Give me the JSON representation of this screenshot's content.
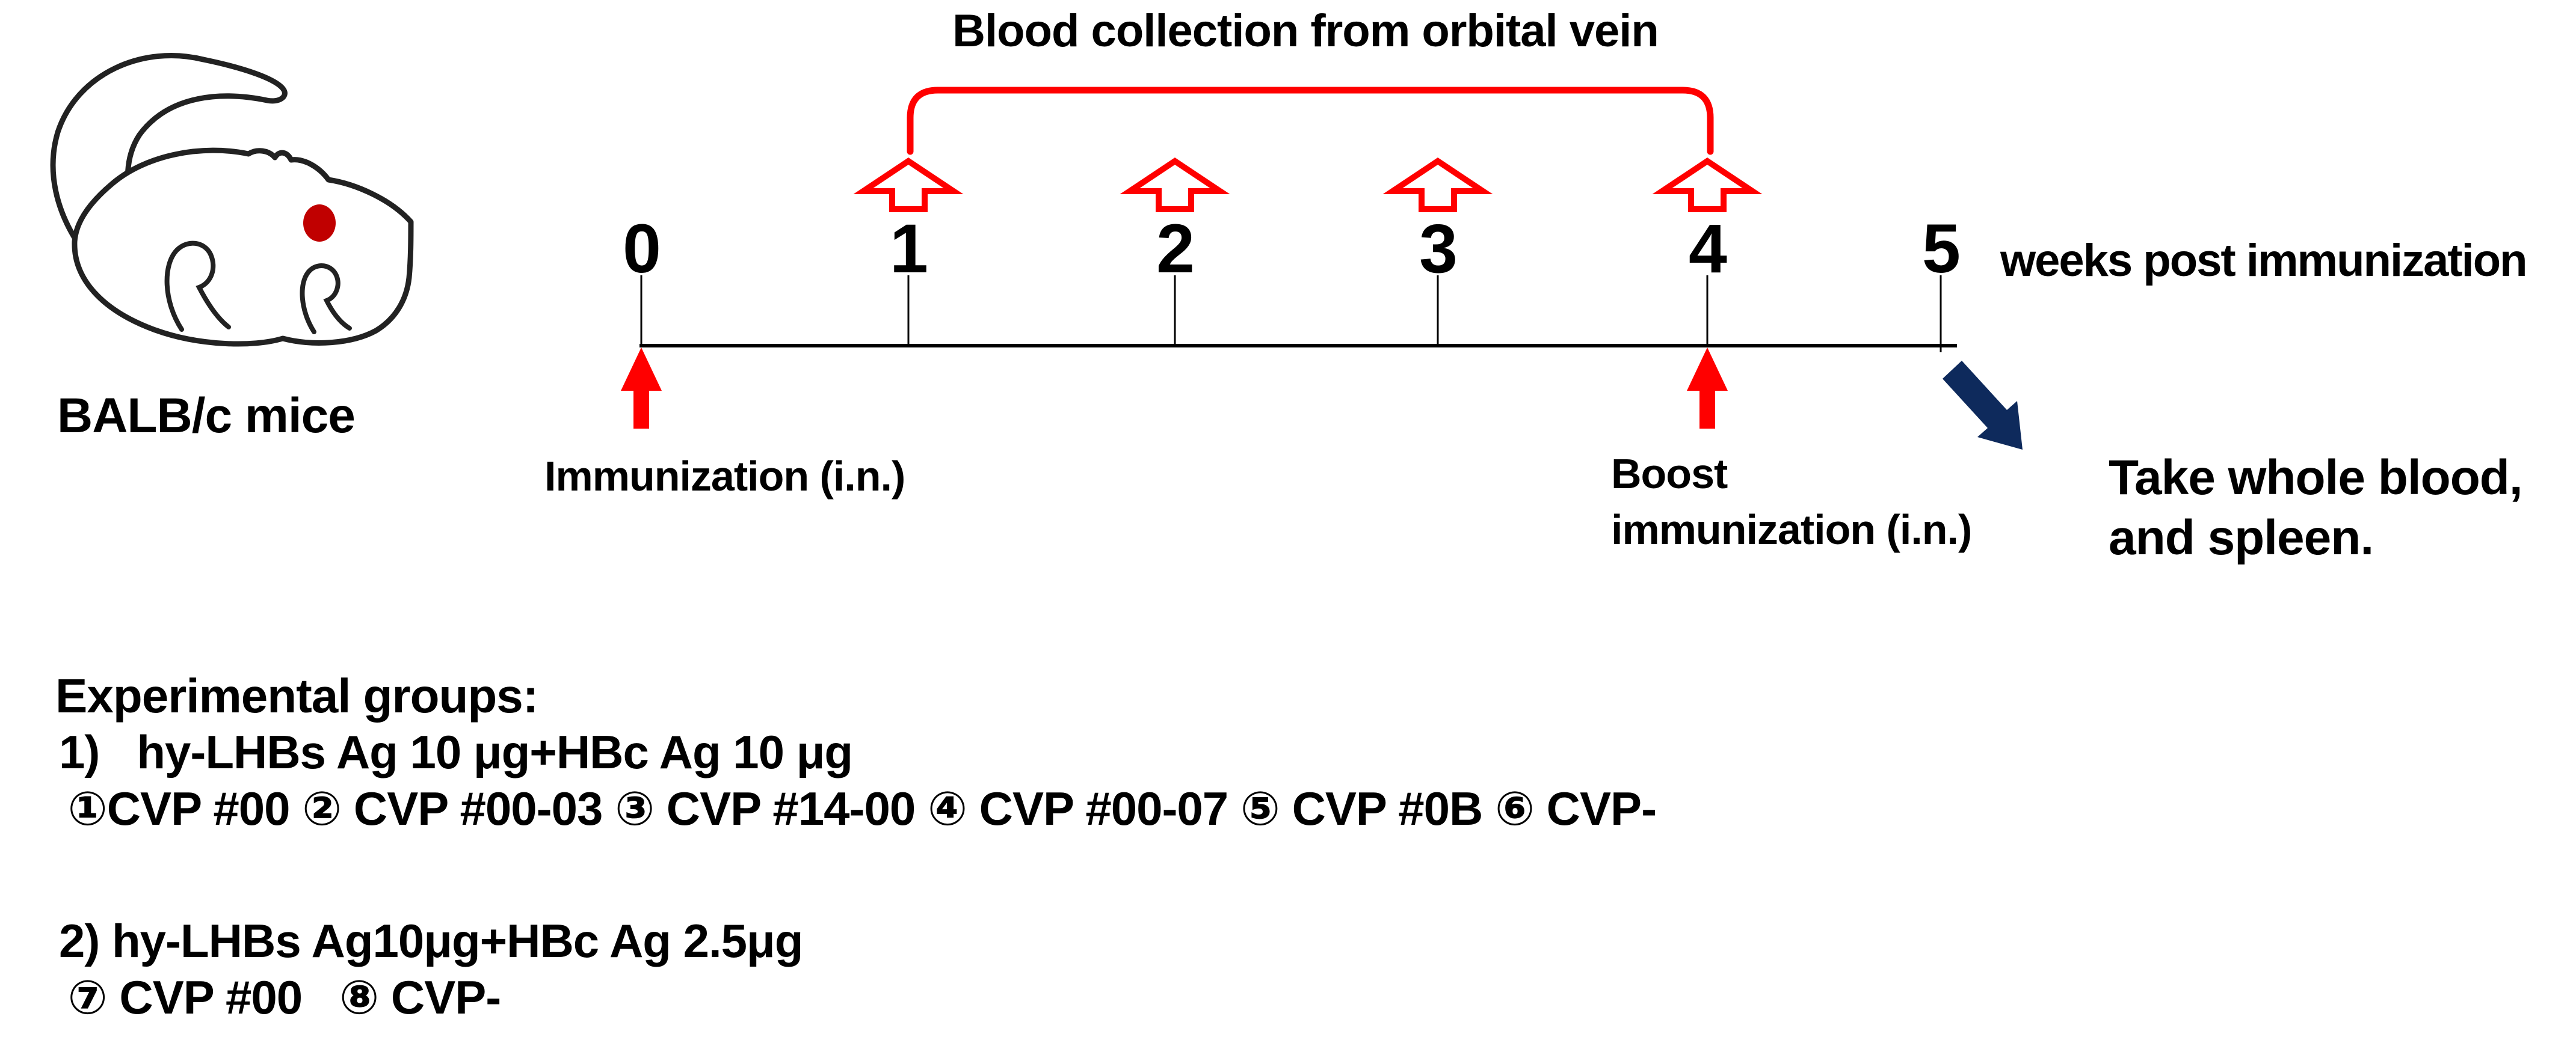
{
  "title": "Blood collection from orbital vein",
  "mouse": {
    "label": "BALB/c mice"
  },
  "timeline": {
    "weeks": [
      {
        "label": "0"
      },
      {
        "label": "1"
      },
      {
        "label": "2"
      },
      {
        "label": "3"
      },
      {
        "label": "4"
      },
      {
        "label": "5"
      }
    ],
    "axis_unit": "weeks post immunization",
    "blood_collection_weeks": "1-4"
  },
  "events": {
    "immunization": "Immunization (i.n.)",
    "boost_line1": "Boost",
    "boost_line2": "immunization (i.n.)",
    "endpoint_line1": "Take whole blood,",
    "endpoint_line2": "and spleen."
  },
  "groups": {
    "heading": "Experimental groups:",
    "group1_title": "1)   hy-LHBs Ag 10 μg+HBc Ag 10 μg",
    "group1_members": " ①CVP #00 ② CVP #00-03 ③ CVP #14-00 ④ CVP #00-07 ⑤ CVP #0B ⑥ CVP-",
    "group2_title": "2) hy-LHBs Ag10μg+HBc Ag 2.5μg",
    "group2_members": " ⑦ CVP #00   ⑧ CVP-"
  },
  "colors": {
    "red": "#ff0000",
    "navy": "#0e2a5c",
    "eye_red": "#c00000",
    "ink": "#000000"
  }
}
